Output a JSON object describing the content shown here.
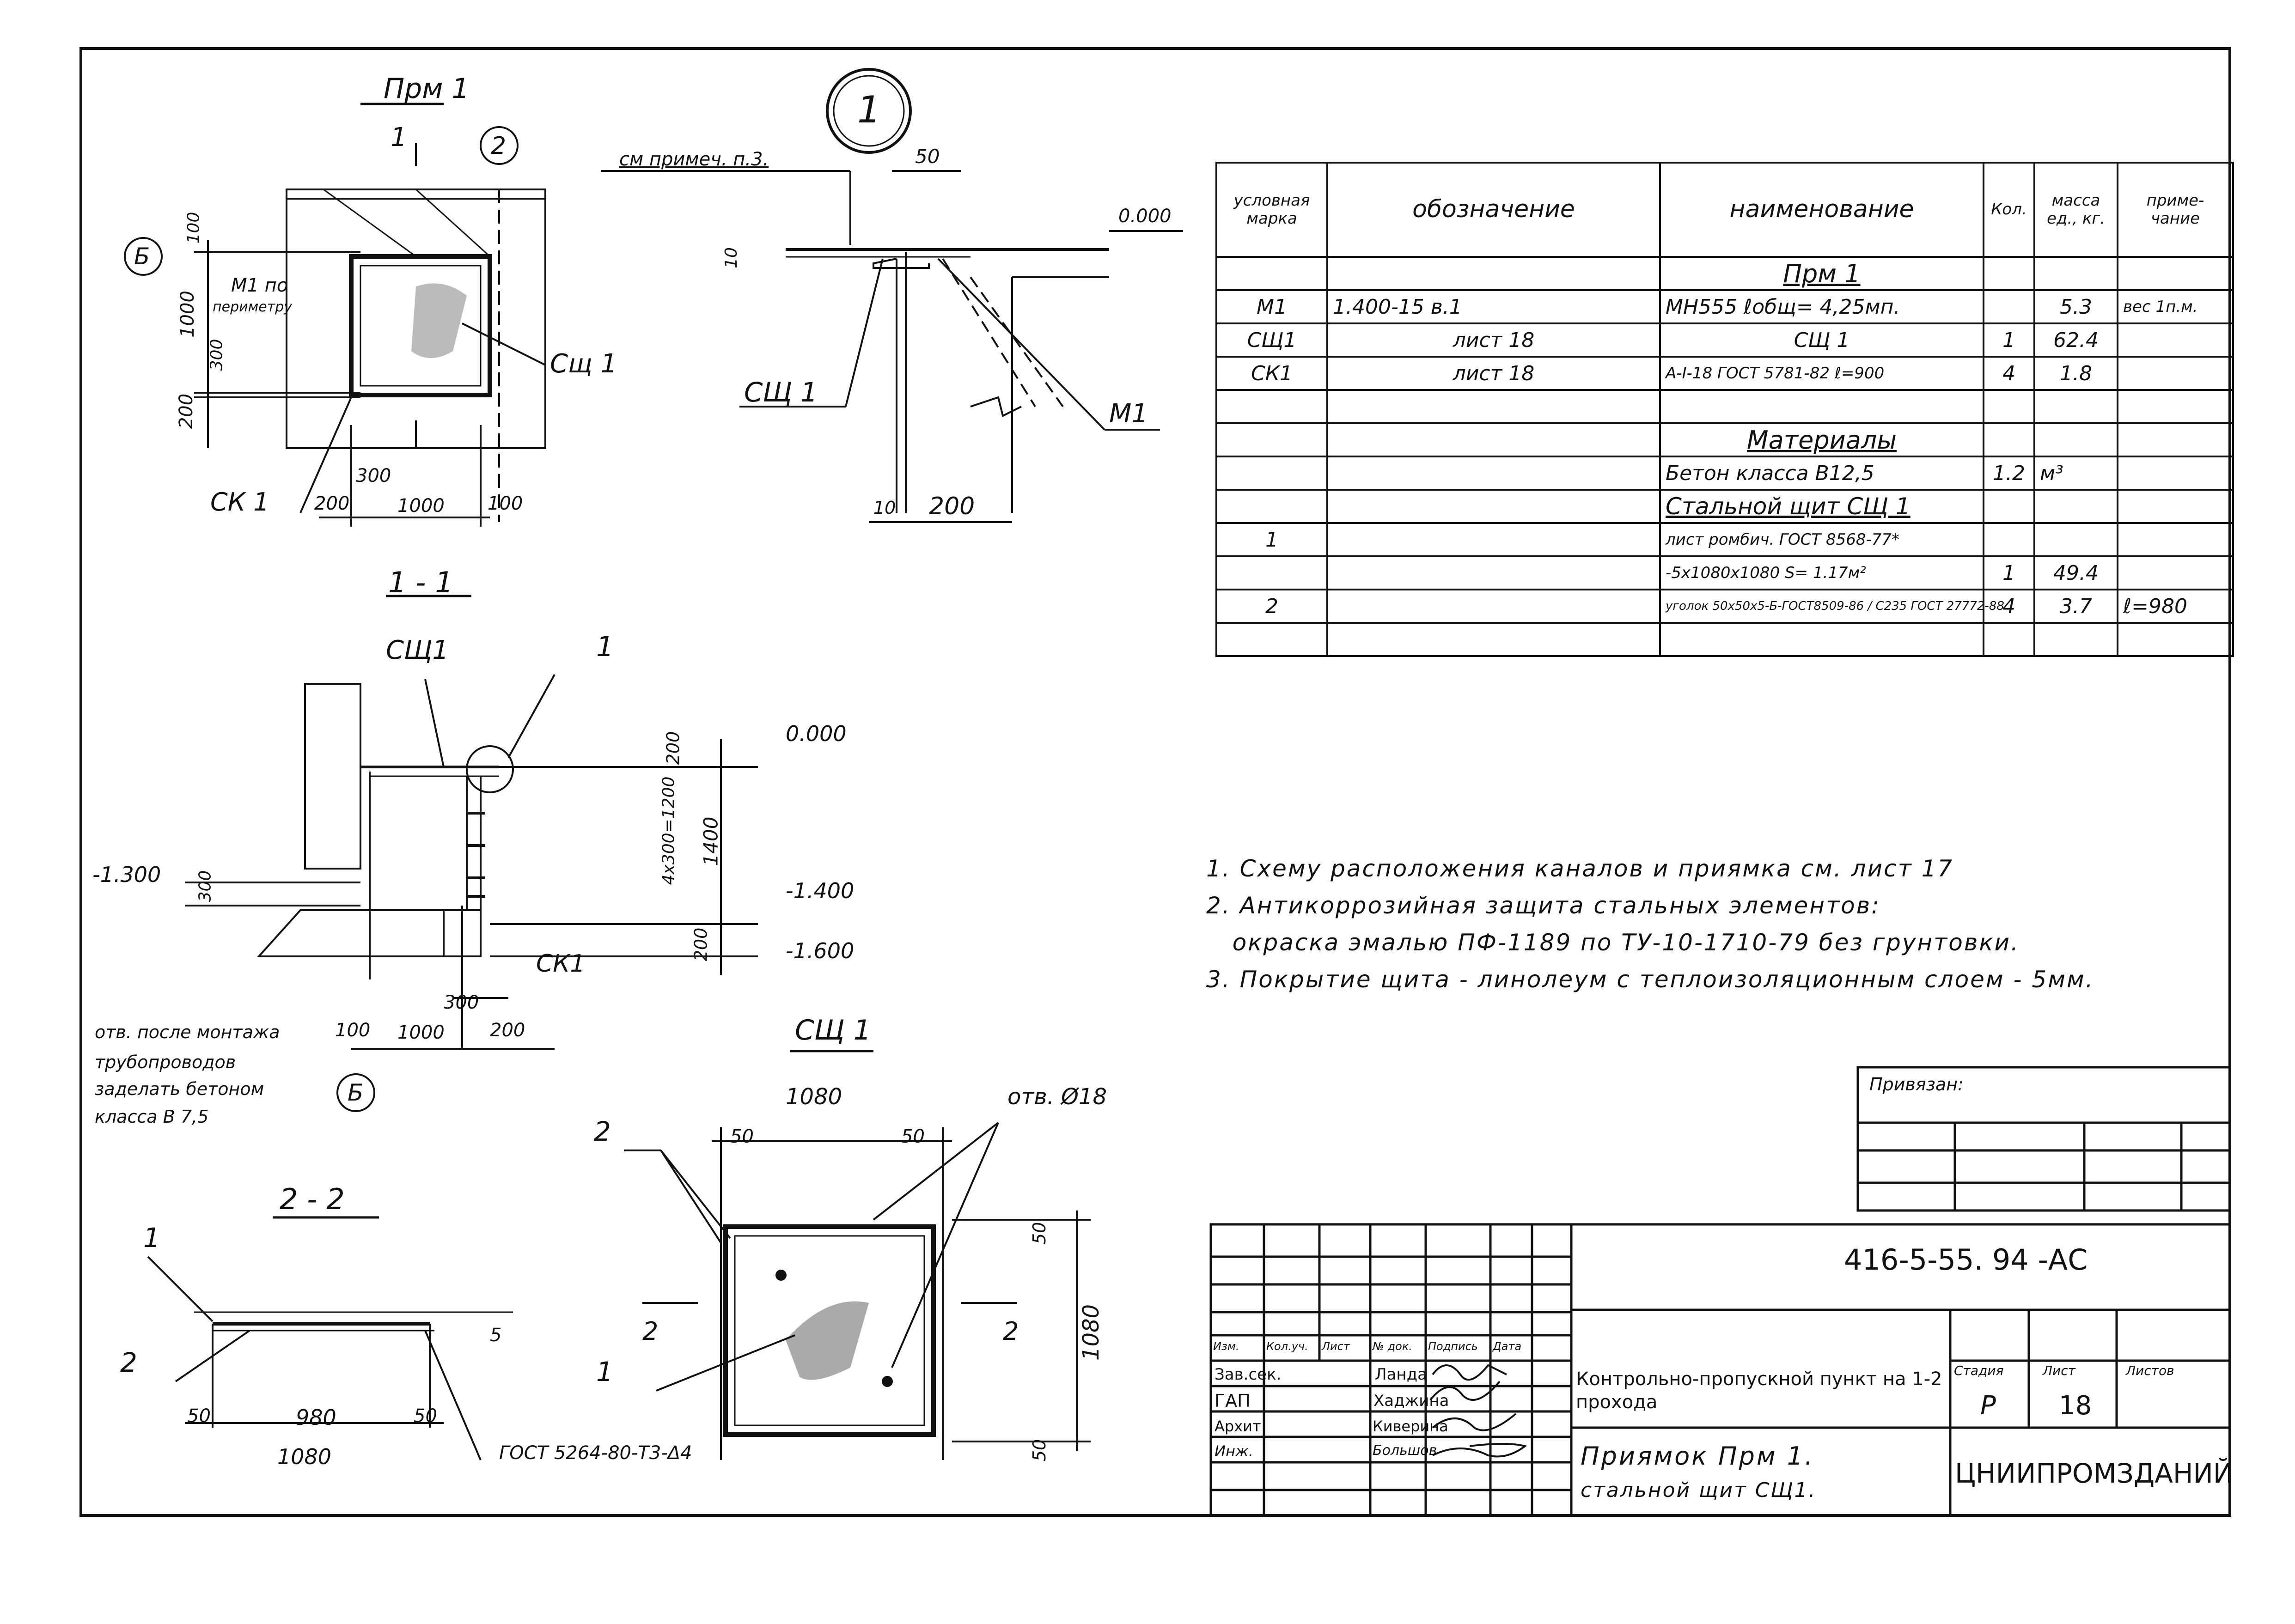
{
  "views": {
    "plan_title": "Прм 1",
    "plan_callout_axis": "Б",
    "plan_callout_num": "2",
    "plan_cut": "1",
    "plan_m1_note_1": "М1 по",
    "plan_m1_note_2": "периметру",
    "plan_label_shch": "Сщ 1",
    "plan_label_ck": "СК 1",
    "plan_dims": [
      "200",
      "1000",
      "100",
      "300",
      "1000",
      "200",
      "300",
      "100"
    ],
    "node_title": "1",
    "node_note": "см примеч. п.3.",
    "node_dims": [
      "50",
      "0.000",
      "10",
      "10",
      "200"
    ],
    "node_label_shch": "СЩ 1",
    "node_label_m1": "М1",
    "sect11_title": "1 - 1",
    "sect11_label_shch": "СЩ1",
    "sect11_label_node": "1",
    "sect11_levels": [
      "0.000",
      "-1.300",
      "-1.400",
      "-1.600"
    ],
    "sect11_dims": [
      "200",
      "4х300=1200",
      "1400",
      "200",
      "300",
      "100",
      "1000",
      "200",
      "300"
    ],
    "sect11_label_ck": "СК1",
    "sect11_axis": "Б",
    "sect11_note": [
      "отв. после монтажа",
      "трубопроводов",
      "заделать бетоном",
      "класса В 7,5"
    ],
    "sect22_title": "2 - 2",
    "sect22_labels": [
      "1",
      "2"
    ],
    "sect22_dims": [
      "50",
      "980",
      "50",
      "1080",
      "5"
    ],
    "sect22_gost": "ГОСТ 5264-80-Т3-Δ4",
    "shield_title": "СЩ 1",
    "shield_dims": [
      "1080",
      "50",
      "50",
      "50",
      "1080",
      "50"
    ],
    "shield_hole": "отв. Ø18",
    "shield_labels": [
      "2",
      "1"
    ],
    "shield_cut_left": "2",
    "shield_cut_right": "2"
  },
  "spec_table": {
    "headers": [
      "условная марка",
      "обозначение",
      "наименование",
      "Кол.",
      "масса ед., кг.",
      "приме-чание"
    ],
    "section_title": "Прм 1",
    "rows": [
      {
        "mark": "М1",
        "doc": "1.400-15   в.1",
        "name": "МН555   ℓобщ= 4,25мп.",
        "qty": "",
        "mass": "5.3",
        "note": "вес 1п.м."
      },
      {
        "mark": "СЩ1",
        "doc": "лист 18",
        "name": "СЩ 1",
        "qty": "1",
        "mass": "62.4",
        "note": ""
      },
      {
        "mark": "СК1",
        "doc": "лист 18",
        "name": "А-I-18  ГОСТ 5781-82  ℓ=900",
        "qty": "4",
        "mass": "1.8",
        "note": ""
      }
    ],
    "materials_title": "Материалы",
    "materials": [
      {
        "name": "Бетон класса В12,5",
        "qty": "1.2",
        "mass": "м³"
      },
      {
        "name": "Стальной щит СЩ 1",
        "qty": "",
        "mass": ""
      }
    ],
    "parts": [
      {
        "mark": "1",
        "name": "лист ромбич. ГОСТ 8568-77*",
        "qty": "",
        "mass": ""
      },
      {
        "mark": "",
        "name": "-5х1080х1080   S= 1.17м²",
        "qty": "1",
        "mass": "49.4"
      },
      {
        "mark": "2",
        "name": "уголок 50х50х5-Б-ГОСТ8509-86 / С235 ГОСТ 27772-88",
        "qty": "4",
        "mass": "3.7",
        "note": "ℓ=980"
      }
    ]
  },
  "notes": [
    "1. Схему расположения каналов и приямка см. лист 17",
    "2. Антикоррозийная защита стальных элементов:",
    "   окраска эмалью ПФ-1189 по ТУ-10-1710-79 без грунтовки.",
    "3. Покрытие щита - линолеум с теплоизоляционным слоем - 5мм."
  ],
  "title_block": {
    "bound_label": "Привязан:",
    "code": "416-5-55. 94 -АС",
    "col_headers": [
      "Изм.",
      "Кол.уч.",
      "Лист",
      "№ док.",
      "Подпись",
      "Дата"
    ],
    "staff": [
      {
        "role": "Зав.сек.",
        "name": "Ланда"
      },
      {
        "role": "ГАП",
        "name": "Хаджина"
      },
      {
        "role": "Архит",
        "name": "Киверина"
      },
      {
        "role": "Инж.",
        "name": "Большов"
      }
    ],
    "project": "Контрольно-пропускной пункт на 1-2 прохода",
    "stage_label": "Стадия",
    "sheet_label": "Лист",
    "sheets_label": "Листов",
    "stage": "Р",
    "sheet": "18",
    "sheets": "",
    "drawing_title_1": "Приямок Прм 1.",
    "drawing_title_2": "стальной щит СЩ1.",
    "org": "ЦНИИПРОМЗДАНИЙ"
  }
}
